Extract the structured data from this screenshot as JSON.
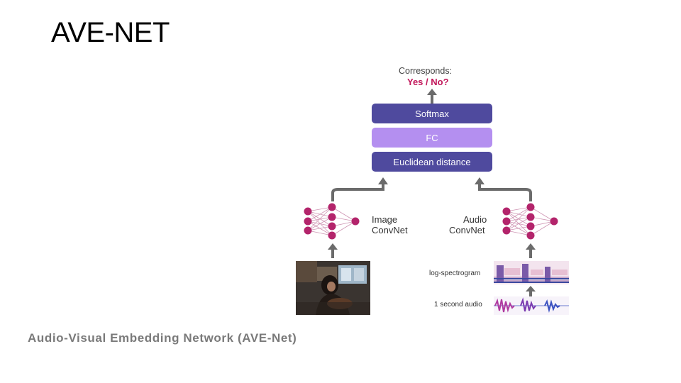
{
  "slide": {
    "title": "AVE-NET"
  },
  "diagram": {
    "output_label": "Corresponds:",
    "output_answer": "Yes / No?",
    "blocks": {
      "softmax": "Softmax",
      "fc": "FC",
      "distance": "Euclidean distance"
    },
    "image_net": {
      "line1": "Image",
      "line2": "ConvNet"
    },
    "audio_net": {
      "line1": "Audio",
      "line2": "ConvNet"
    },
    "spectrogram_label": "log-spectrogram",
    "audio_label": "1 second audio",
    "caption": "Audio-Visual Embedding Network (AVE-Net)",
    "colors": {
      "dark_block": "#4f4a9e",
      "fc_block": "#b48ff0",
      "answer": "#c2185b",
      "node": "#b3246b",
      "arrow": "#6b6b6b"
    }
  }
}
